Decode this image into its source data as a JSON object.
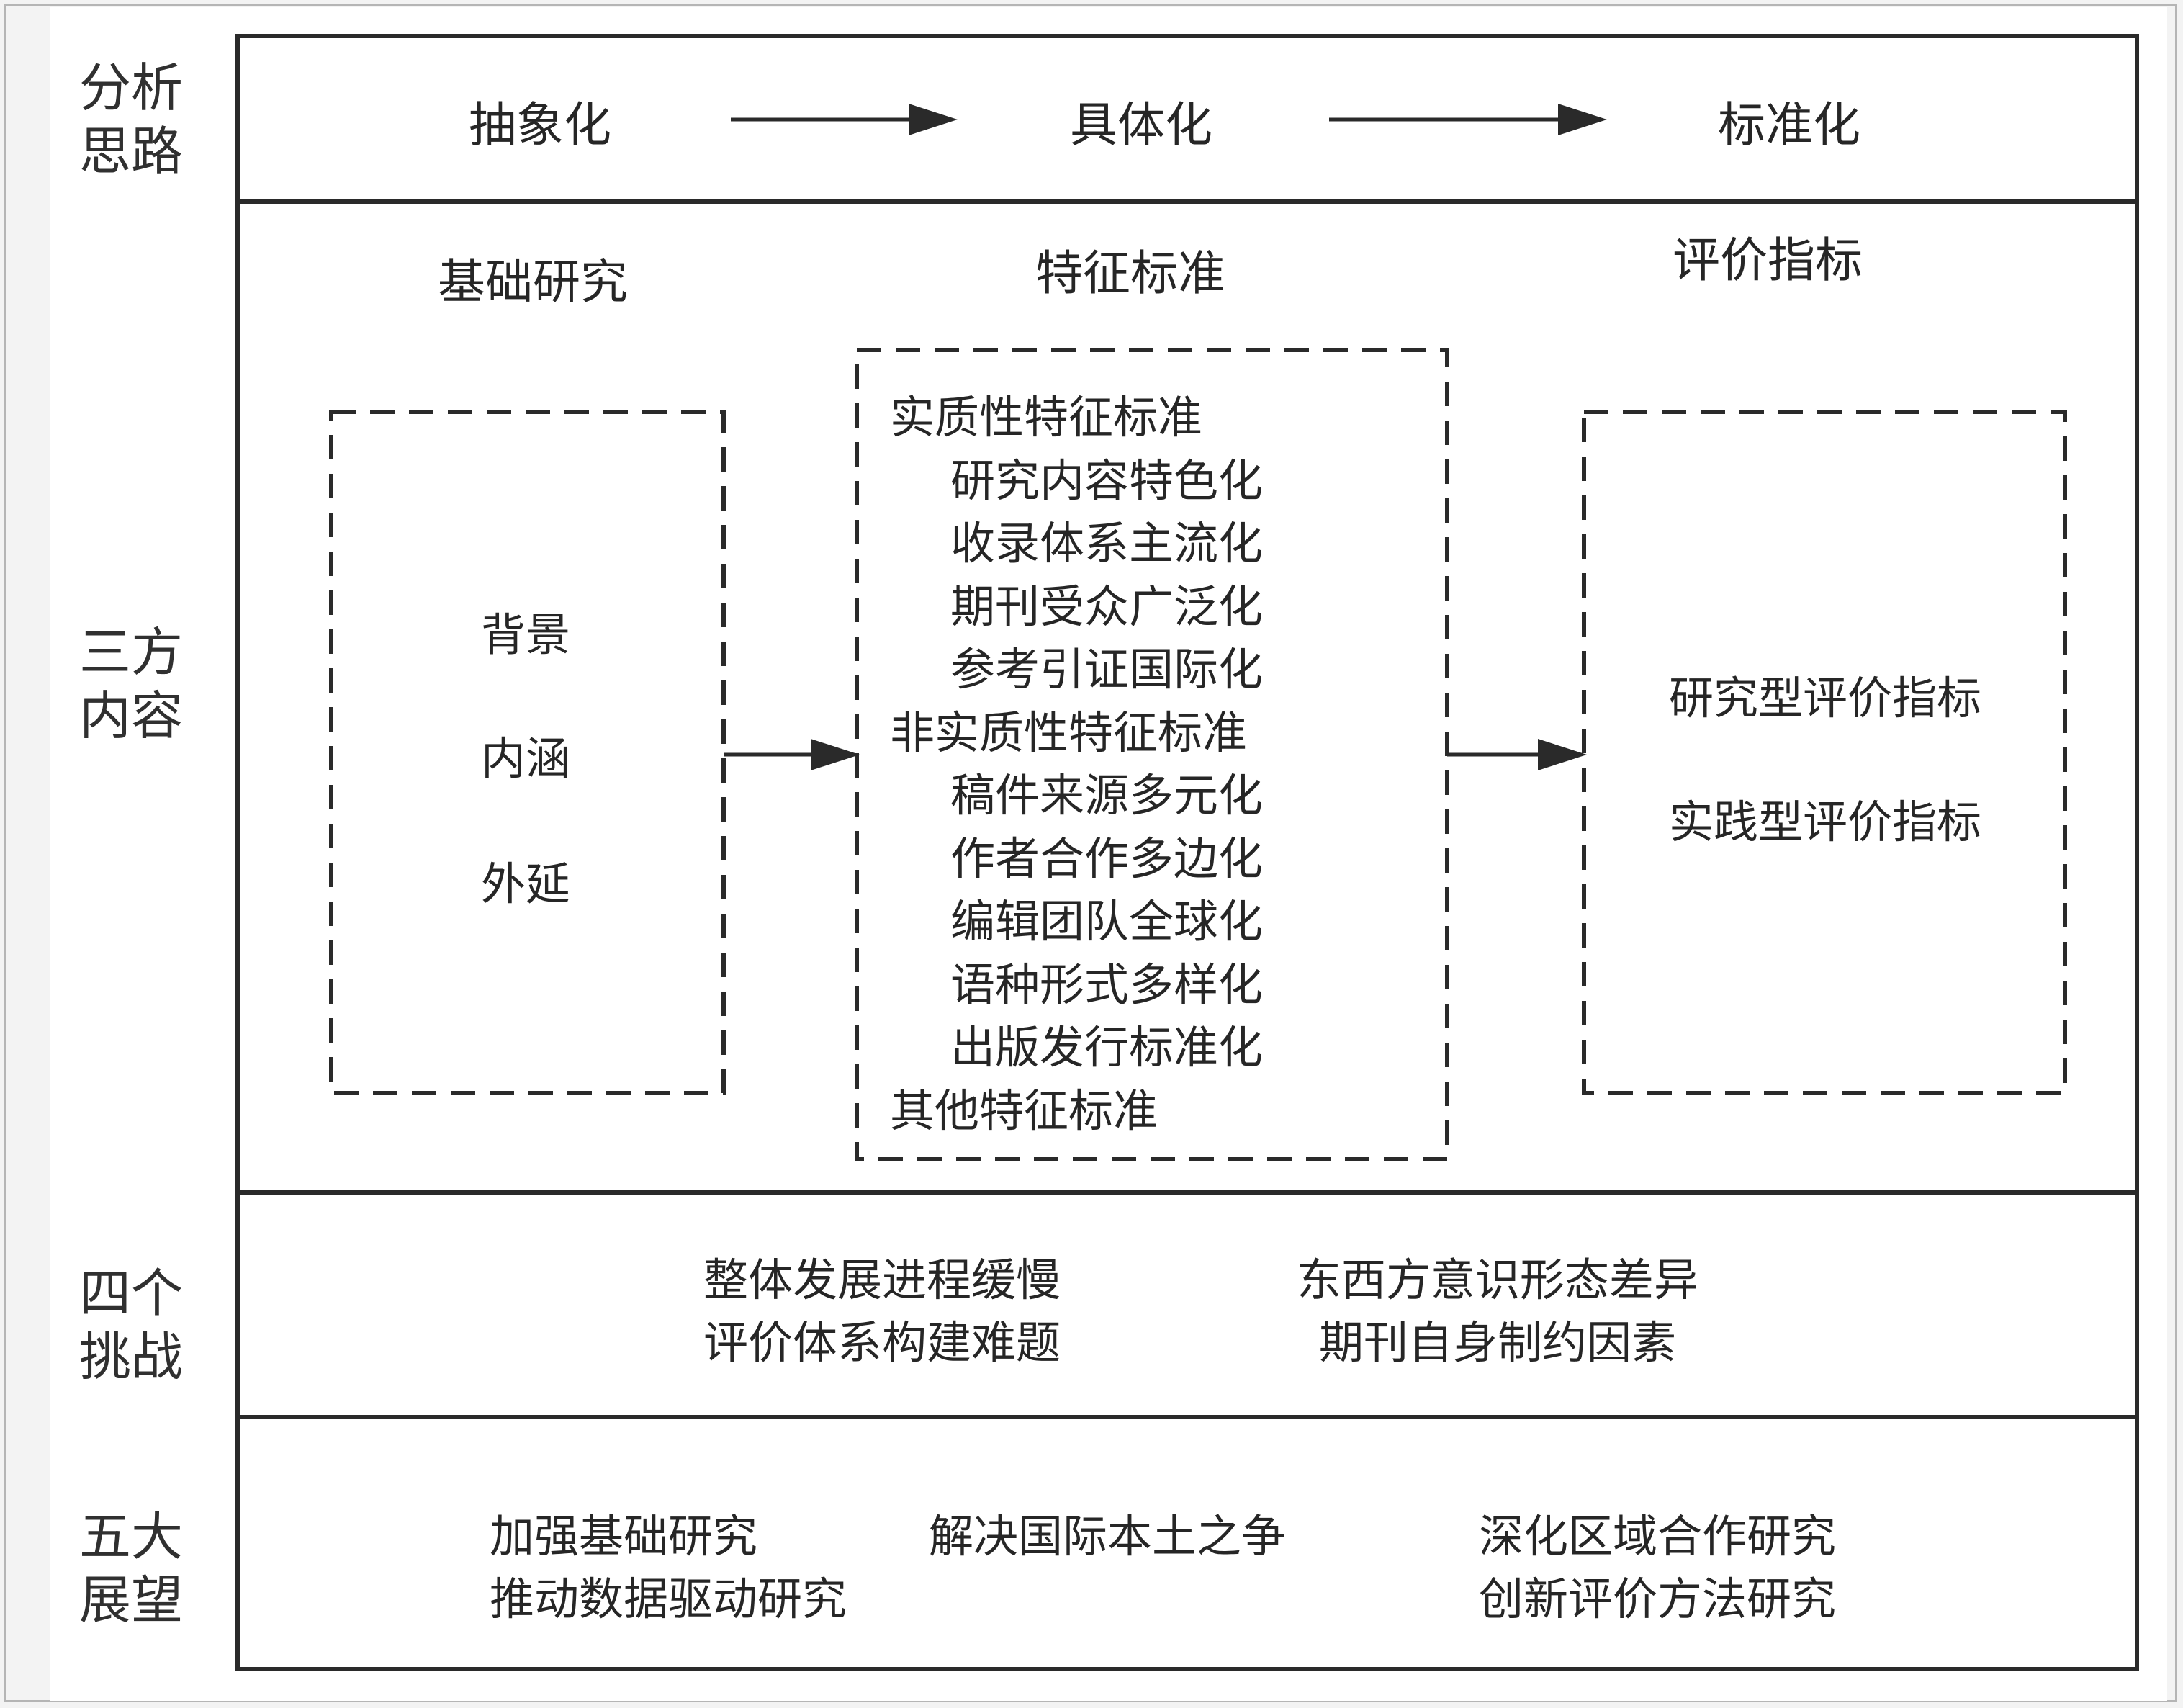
{
  "sidebar": {
    "analysis": [
      "分析",
      "思路"
    ],
    "content": [
      "三方",
      "内容"
    ],
    "challenges": [
      "四个",
      "挑战"
    ],
    "outlook": [
      "五大",
      "展望"
    ]
  },
  "analysis_row": {
    "steps": [
      "抽象化",
      "具体化",
      "标准化"
    ]
  },
  "content_row": {
    "headers": [
      "基础研究",
      "特征标准",
      "评价指标"
    ],
    "basic_items": [
      "背景",
      "内涵",
      "外延"
    ],
    "feature_standards": [
      {
        "text": "实质性特征标准",
        "indent": false
      },
      {
        "text": "研究内容特色化",
        "indent": true
      },
      {
        "text": "收录体系主流化",
        "indent": true
      },
      {
        "text": "期刊受众广泛化",
        "indent": true
      },
      {
        "text": "参考引证国际化",
        "indent": true
      },
      {
        "text": "非实质性特征标准",
        "indent": false
      },
      {
        "text": "稿件来源多元化",
        "indent": true
      },
      {
        "text": "作者合作多边化",
        "indent": true
      },
      {
        "text": "编辑团队全球化",
        "indent": true
      },
      {
        "text": "语种形式多样化",
        "indent": true
      },
      {
        "text": "出版发行标准化",
        "indent": true
      },
      {
        "text": "其他特征标准",
        "indent": false
      }
    ],
    "indicators": [
      "研究型评价指标",
      "实践型评价指标"
    ]
  },
  "challenges_row": {
    "left": [
      "整体发展进程缓慢",
      "评价体系构建难题"
    ],
    "right": [
      "东西方意识形态差异",
      "期刊自身制约因素"
    ]
  },
  "outlook_row": {
    "col1": [
      "加强基础研究",
      "推动数据驱动研究"
    ],
    "col2": [
      "解决国际本土之争"
    ],
    "col3": [
      "深化区域合作研究",
      "创新评价方法研究"
    ]
  },
  "colors": {
    "line": "#2a2a2a",
    "text": "#262626",
    "background": "#ffffff",
    "outer": "#f3f3f3"
  }
}
